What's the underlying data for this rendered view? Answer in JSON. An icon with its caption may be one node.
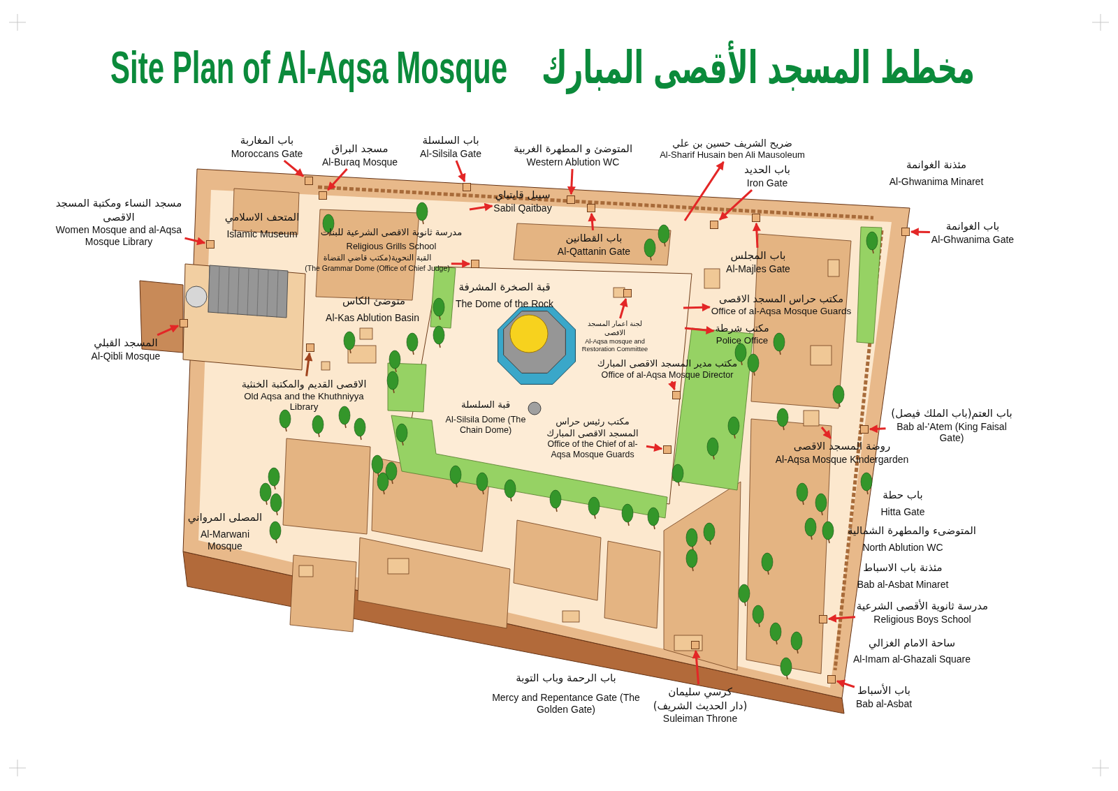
{
  "diagram": {
    "title": "Site Plan of Al-Aqsa Mosque",
    "nodes": [
      {
        "text": [
          "باب المغاربة",
          "Moroccans Gate"
        ]
      },
      {
        "text": [
          "مسجد البراق",
          "Al-Buraq Mosque"
        ]
      },
      {
        "text": [
          "باب السلسلة",
          "Al-Silsila Gate"
        ]
      },
      {
        "text": [
          "المتوضئ و المطهرة الغربية",
          "Western Ablution WC"
        ]
      },
      {
        "text": [
          "ضريح الشريف حسين بن علي",
          "Al-Sharif Husain ben Ali Mausoleum"
        ]
      },
      {
        "text": [
          "باب الحديد",
          "Iron Gate"
        ]
      },
      {
        "text": [
          "باب الغوانمة",
          "Al-Ghwanima Gate"
        ]
      },
      {
        "text": [
          "مسجد النساء ومكتبة المسجد الاقصى",
          "Women Mosque and al-Aqsa Mosque Library"
        ]
      },
      {
        "text": [
          "سبيل قايتباي",
          "Sabil Qaitbay"
        ]
      },
      {
        "text": [
          "باب القطانين",
          "Al-Qattanin Gate"
        ]
      },
      {
        "text": [
          "باب المجلس",
          "Al-Majles Gate"
        ]
      },
      {
        "text": [
          "القبة النحوية(مكتب قاضي القضاة",
          "(The Grammar Dome (Office of Chief Judge)"
        ]
      },
      {
        "text": [
          "لجنة اعمار المسجد الاقصى",
          "Al-Aqsa mosque and Restoration Committee"
        ]
      },
      {
        "text": [
          "مكتب حراس المسجد الاقصى",
          "Office of al-Aqsa Mosque Guards"
        ]
      },
      {
        "text": [
          "المسجد القبلي",
          "Al-Qibli Mosque"
        ]
      },
      {
        "text": [
          "مكتب شرطة",
          "Police Office"
        ]
      },
      {
        "text": [
          "الاقصى القديم والمكتبة الخنثية",
          "Old Aqsa and the Khuthniyya Library"
        ]
      },
      {
        "text": [
          "مكتب مدير المسجد الاقصى المبارك",
          "Office of al-Aqsa Mosque Director"
        ]
      },
      {
        "text": [
          "باب العتم(باب الملك فيصل)",
          "Bab al-'Atem (King Faisal Gate)"
        ]
      },
      {
        "text": [
          "روضة المسجد الاقصى",
          "Al-Aqsa Mosque Kindergarden"
        ]
      },
      {
        "text": [
          "مكتب رئيس حراس المسجد الاقصى المبارك",
          "Office of the Chief of al-Aqsa Mosque Guards"
        ]
      },
      {
        "text": [
          "مدرسة ثانوية الأقصى الشرعية",
          "Religious Boys School"
        ]
      },
      {
        "text": [
          "باب الأسباط",
          "Bab al-Asbat"
        ]
      },
      {
        "text": [
          "كرسي سليمان",
          "(دار الحديث الشريف)",
          "Suleiman Throne"
        ]
      },
      {
        "text": [],
        "shape": "box"
      },
      {
        "text": [],
        "shape": "box"
      },
      {
        "text": [],
        "shape": "box"
      },
      {
        "text": [],
        "shape": "box"
      },
      {
        "text": [],
        "shape": "box"
      },
      {
        "text": [],
        "shape": "box"
      },
      {
        "text": [],
        "shape": "box"
      },
      {
        "text": [],
        "shape": "box"
      },
      {
        "text": [],
        "shape": "box"
      },
      {
        "text": [],
        "shape": "box"
      },
      {
        "text": [],
        "shape": "box"
      },
      {
        "text": [],
        "shape": "box"
      },
      {
        "text": [],
        "shape": "box"
      },
      {
        "text": [],
        "shape": "box"
      },
      {
        "text": [],
        "shape": "box"
      },
      {
        "text": [],
        "shape": "box"
      },
      {
        "text": [],
        "shape": "box"
      },
      {
        "text": [],
        "shape": "box"
      },
      {
        "text": [],
        "shape": "box"
      }
    ],
    "edges": [
      {
        "from": 0,
        "to": 26,
        "arrow": "to"
      },
      {
        "from": 1,
        "to": 28,
        "arrow": "to"
      },
      {
        "from": 2,
        "to": 29,
        "arrow": "to"
      },
      {
        "from": 3,
        "to": 31,
        "arrow": "to"
      },
      {
        "from": null,
        "to": 4,
        "arrow": "to"
      },
      {
        "from": 5,
        "to": 37,
        "arrow": "to"
      },
      {
        "from": 6,
        "to": 42,
        "arrow": "to"
      },
      {
        "from": 7,
        "to": 25,
        "arrow": "to"
      },
      {
        "from": null,
        "to": 8,
        "arrow": "to"
      },
      {
        "from": 9,
        "to": 32,
        "arrow": "to"
      },
      {
        "from": 10,
        "to": 38,
        "arrow": "to"
      },
      {
        "from": 11,
        "to": 30,
        "arrow": "to"
      },
      {
        "from": 12,
        "to": 33,
        "arrow": "to"
      },
      {
        "from": null,
        "to": 13,
        "arrow": "to"
      },
      {
        "from": 14,
        "to": 24,
        "arrow": "to"
      },
      {
        "from": null,
        "to": 15,
        "arrow": "to"
      },
      {
        "from": 16,
        "to": 27,
        "arrow": "to",
        "color": "#a0441f"
      },
      {
        "from": 17,
        "to": 35,
        "arrow": "to"
      },
      {
        "from": 18,
        "to": 41,
        "arrow": "to"
      },
      {
        "from": null,
        "to": 19,
        "arrow": "to"
      },
      {
        "from": 20,
        "to": 34,
        "arrow": "to"
      },
      {
        "from": 21,
        "to": 39,
        "arrow": "to"
      },
      {
        "from": 22,
        "to": 40,
        "arrow": "to"
      },
      {
        "from": 23,
        "to": 36,
        "arrow": "to"
      }
    ],
    "labels": [
      "مخطط المسجد الأقصى المبارك",
      "مئذنة الغوانمة",
      "Al-Ghwanima Minaret",
      "المتحف الاسلامي",
      "Islamic Museum",
      "مدرسة ثانوية الاقصى الشرعية للبنات",
      "Religious Grills School",
      "متوضئ الكاس",
      "Al-Kas Ablution Basin",
      "قبة الصخرة المشرفة",
      "The Dome of the Rock",
      "قبة السلسلة",
      "Al-Silsila Dome (The Chain Dome)",
      "باب حطة",
      "Hitta Gate",
      "المتوضىء والمطهرة الشمالية",
      "North Ablution WC",
      "مئذنة باب الاسباط",
      "Bab al-Asbat Minaret",
      "ساحة الامام الغزالي",
      "Al-Imam al-Ghazali Square",
      "باب الرحمة وباب التوبة",
      "Mercy and Repentance Gate (The Golden Gate)",
      "المصلى المرواني",
      "Al-Marwani Mosque"
    ]
  }
}
